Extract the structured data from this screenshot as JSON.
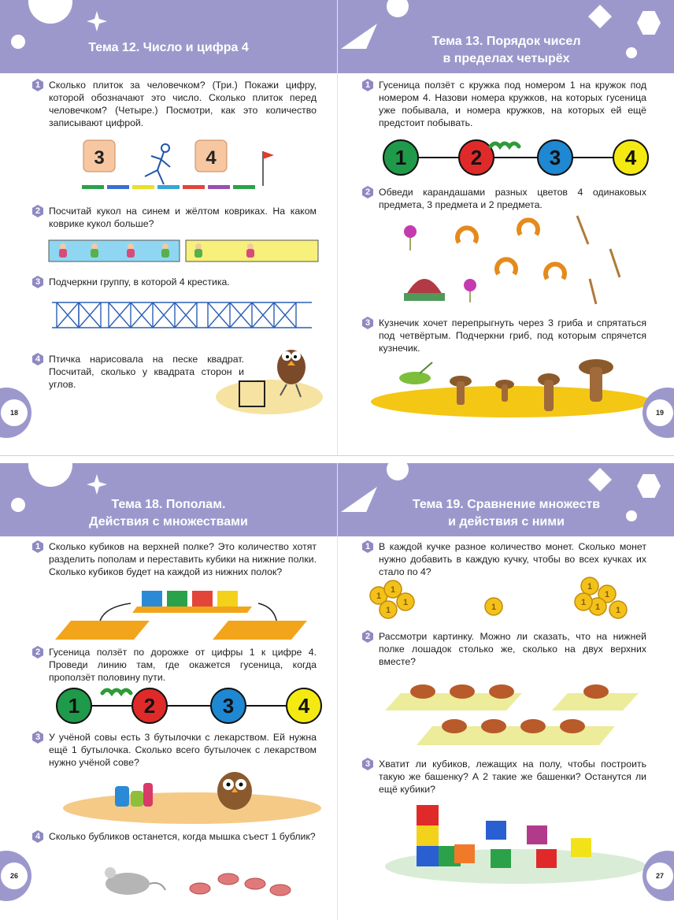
{
  "pages": {
    "p18": {
      "title": "Тема 12. Число и цифра 4",
      "page_number": "18",
      "tasks": [
        {
          "number": "1",
          "text": "Сколько плиток за человечком? (Три.) Покажи цифру, которой обозначают это число. Сколько плиток перед человечком? (Четыре.) Посмотри, как это количество записывают цифрой."
        },
        {
          "number": "2",
          "text": "Посчитай кукол на синем и жёлтом ковриках. На каком коврике кукол больше?"
        },
        {
          "number": "3",
          "text": "Подчеркни группу, в которой 4 крестика."
        },
        {
          "number": "4",
          "text": "Птичка нарисовала на песке квадрат. Посчитай, сколько у квадрата сторон и углов."
        }
      ],
      "digit_cards": [
        "3",
        "4"
      ]
    },
    "p19": {
      "title_line1": "Тема 13. Порядок чисел",
      "title_line2": "в пределах четырёх",
      "page_number": "19",
      "tasks": [
        {
          "number": "1",
          "text": "Гусеница ползёт с кружка под номером 1 на кружок под номером 4. Назови номера кружков, на которых гусеница уже побывала, и номера кружков, на которых ей ещё предстоит побывать."
        },
        {
          "number": "2",
          "text": "Обведи карандашами разных цветов 4 одинаковых предмета, 3 предмета и 2 предмета."
        },
        {
          "number": "3",
          "text": "Кузнечик хочет перепрыгнуть через 3 гриба и спрятаться под четвёртым. Подчеркни гриб, под которым спрячется кузнечик."
        }
      ],
      "circles": [
        {
          "label": "1",
          "color": "#1f9a4a"
        },
        {
          "label": "2",
          "color": "#e02a2a"
        },
        {
          "label": "3",
          "color": "#1e88d2"
        },
        {
          "label": "4",
          "color": "#f4ea12"
        }
      ]
    },
    "p26": {
      "title_line1": "Тема 18. Пополам.",
      "title_line2": "Действия с множествами",
      "page_number": "26",
      "tasks": [
        {
          "number": "1",
          "text": "Сколько кубиков на верхней полке? Это количество хотят разделить пополам и переставить кубики на нижние полки. Сколько кубиков будет на каждой из нижних полок?"
        },
        {
          "number": "2",
          "text": "Гусеница ползёт по дорожке от цифры 1 к цифре 4. Проведи линию там, где окажется гусеница, когда проползёт половину пути."
        },
        {
          "number": "3",
          "text": "У учёной совы есть 3 бутылочки с лекарством. Ей нужна ещё 1 бутылочка. Сколько всего бутылочек с лекарством нужно учёной сове?"
        },
        {
          "number": "4",
          "text": "Сколько бубликов останется, когда мышка съест 1 бублик?"
        }
      ],
      "circles": [
        {
          "label": "1",
          "color": "#1f9a4a"
        },
        {
          "label": "2",
          "color": "#e02a2a"
        },
        {
          "label": "3",
          "color": "#1e88d2"
        },
        {
          "label": "4",
          "color": "#f4ea12"
        }
      ]
    },
    "p27": {
      "title_line1": "Тема 19. Сравнение множеств",
      "title_line2": "и действия с ними",
      "page_number": "27",
      "tasks": [
        {
          "number": "1",
          "text": "В каждой кучке разное количество монет. Сколько монет нужно добавить в каждую кучку, чтобы во всех кучках их стало по 4?"
        },
        {
          "number": "2",
          "text": "Рассмотри картинку. Можно ли сказать, что на нижней полке лошадок столько же, сколько на двух верхних вместе?"
        },
        {
          "number": "3",
          "text": "Хватит ли кубиков, лежащих на полу, чтобы построить такую же башенку? А 2 такие же башенки? Останутся ли ещё кубики?"
        }
      ],
      "coin_label": "1"
    }
  },
  "colors": {
    "banner": "#9d98cc",
    "badge": "#8f89c2",
    "green": "#1f9a4a",
    "red": "#e02a2a",
    "blue": "#1e88d2",
    "yellow": "#f4ea12"
  }
}
